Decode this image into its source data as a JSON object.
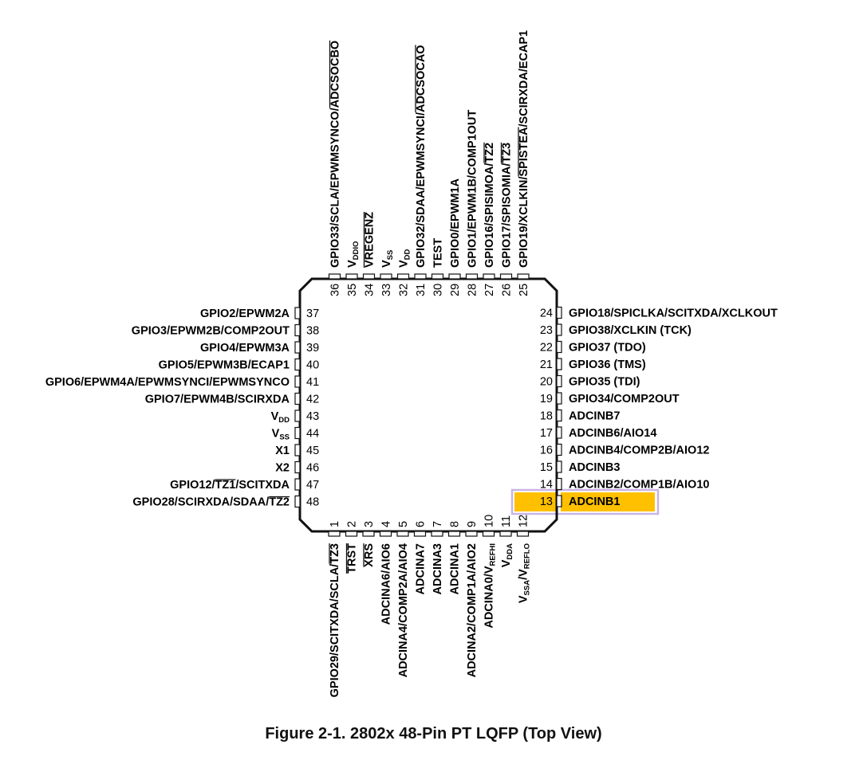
{
  "caption": "Figure 2-1. 2802x 48-Pin PT LQFP (Top View)",
  "highlight_pin": 13,
  "highlight_color": "#FFC000",
  "highlight_border_color": "#C8B4E6",
  "pins": {
    "bottom": [
      {
        "num": "1",
        "label": "GPIO29/SCITXDA/SCLA/TZ3",
        "over": [
          "TZ3"
        ]
      },
      {
        "num": "2",
        "label": "TRST",
        "over": [
          "TRST"
        ]
      },
      {
        "num": "3",
        "label": "XRS",
        "over": [
          "XRS"
        ]
      },
      {
        "num": "4",
        "label": "ADCINA6/AIO6"
      },
      {
        "num": "5",
        "label": "ADCINA4/COMP2A/AIO4"
      },
      {
        "num": "6",
        "label": "ADCINA7"
      },
      {
        "num": "7",
        "label": "ADCINA3"
      },
      {
        "num": "8",
        "label": "ADCINA1"
      },
      {
        "num": "9",
        "label": "ADCINA2/COMP1A/AIO2"
      },
      {
        "num": "10",
        "label": "ADCINA0/V|REFHI"
      },
      {
        "num": "11",
        "label": "V|DDA"
      },
      {
        "num": "12",
        "label": "V|SSA|/V|REFLO"
      }
    ],
    "right": [
      {
        "num": "13",
        "label": "ADCINB1"
      },
      {
        "num": "14",
        "label": "ADCINB2/COMP1B/AIO10"
      },
      {
        "num": "15",
        "label": "ADCINB3"
      },
      {
        "num": "16",
        "label": "ADCINB4/COMP2B/AIO12"
      },
      {
        "num": "17",
        "label": "ADCINB6/AIO14"
      },
      {
        "num": "18",
        "label": "ADCINB7"
      },
      {
        "num": "19",
        "label": "GPIO34/COMP2OUT"
      },
      {
        "num": "20",
        "label": "GPIO35 (TDI)"
      },
      {
        "num": "21",
        "label": "GPIO36 (TMS)"
      },
      {
        "num": "22",
        "label": "GPIO37 (TDO)"
      },
      {
        "num": "23",
        "label": "GPIO38/XCLKIN (TCK)"
      },
      {
        "num": "24",
        "label": "GPIO18/SPICLKA/SCITXDA/XCLKOUT"
      }
    ],
    "top": [
      {
        "num": "25",
        "label": "GPIO19/XCLKIN/SPISTEA/SCIRXDA/ECAP1",
        "over": [
          "SPISTEA"
        ]
      },
      {
        "num": "26",
        "label": "GPIO17/SPISOMIA/TZ3",
        "over": [
          "TZ3"
        ]
      },
      {
        "num": "27",
        "label": "GPIO16/SPISIMOA/TZ2",
        "over": [
          "TZ2"
        ]
      },
      {
        "num": "28",
        "label": "GPIO1/EPWM1B/COMP1OUT"
      },
      {
        "num": "29",
        "label": "GPIO0/EPWM1A"
      },
      {
        "num": "30",
        "label": "TEST"
      },
      {
        "num": "31",
        "label": "GPIO32/SDAA/EPWMSYNCI/ADCSOCAO",
        "over": [
          "ADCSOCAO"
        ]
      },
      {
        "num": "32",
        "label": "V|DD"
      },
      {
        "num": "33",
        "label": "V|SS"
      },
      {
        "num": "34",
        "label": "VREGENZ",
        "over": [
          "VREGENZ"
        ]
      },
      {
        "num": "35",
        "label": "V|DDIO"
      },
      {
        "num": "36",
        "label": "GPIO33/SCLA/EPWMSYNCO/ADCSOCBO",
        "over": [
          "ADCSOCBO"
        ]
      }
    ],
    "left": [
      {
        "num": "37",
        "label": "GPIO2/EPWM2A"
      },
      {
        "num": "38",
        "label": "GPIO3/EPWM2B/COMP2OUT"
      },
      {
        "num": "39",
        "label": "GPIO4/EPWM3A"
      },
      {
        "num": "40",
        "label": "GPIO5/EPWM3B/ECAP1"
      },
      {
        "num": "41",
        "label": "GPIO6/EPWM4A/EPWMSYNCI/EPWMSYNCO"
      },
      {
        "num": "42",
        "label": "GPIO7/EPWM4B/SCIRXDA"
      },
      {
        "num": "43",
        "label": "V|DD"
      },
      {
        "num": "44",
        "label": "V|SS"
      },
      {
        "num": "45",
        "label": "X1"
      },
      {
        "num": "46",
        "label": "X2"
      },
      {
        "num": "47",
        "label": "GPIO12/TZ1/SCITXDA",
        "over": [
          "TZ1"
        ]
      },
      {
        "num": "48",
        "label": "GPIO28/SCIRXDA/SDAA/TZ2",
        "over": [
          "TZ2"
        ]
      }
    ]
  }
}
